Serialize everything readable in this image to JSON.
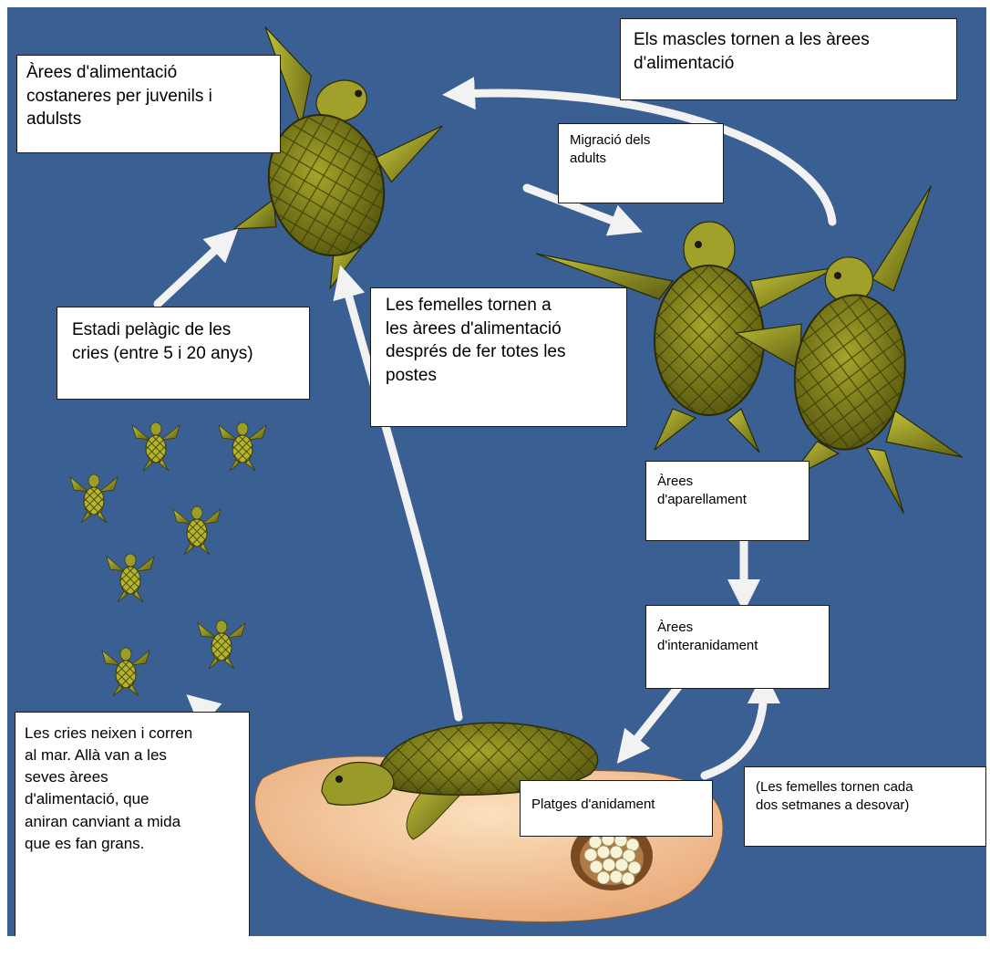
{
  "labels": {
    "coastal_feeding": "Àrees d'alimentació\ncostaneres per juvenils i\nadulsts",
    "males_return": "Els mascles tornen a les àrees\nd'alimentació",
    "adult_migration": "Migració dels\nadults",
    "pelagic_stage": "Estadi pelàgic de les\ncries (entre 5 i 20 anys)",
    "females_return": "Les femelles tornen a\nles àrees d'alimentació\ndesprés de fer totes les\npostes",
    "mating_areas": "Àrees\nd'aparellament",
    "internesting_areas": "Àrees\nd'interanidament",
    "hatchlings": "Les cries neixen i corren\nal mar. Allà van a les\nseves àrees\nd'alimentació, que\naniran canviant a mida\nque es fan grans.",
    "females_every_two_weeks": "(Les femelles tornen cada\ndos setmanes a desovar)",
    "nesting_beaches": "Platges d'anidament"
  },
  "colors": {
    "ocean": "#3a5f92",
    "arrow": "#f2f2f2",
    "turtle_shell": "#7a7a1c",
    "turtle_skin": "#9d9d2c",
    "sand": "#f2c090"
  }
}
